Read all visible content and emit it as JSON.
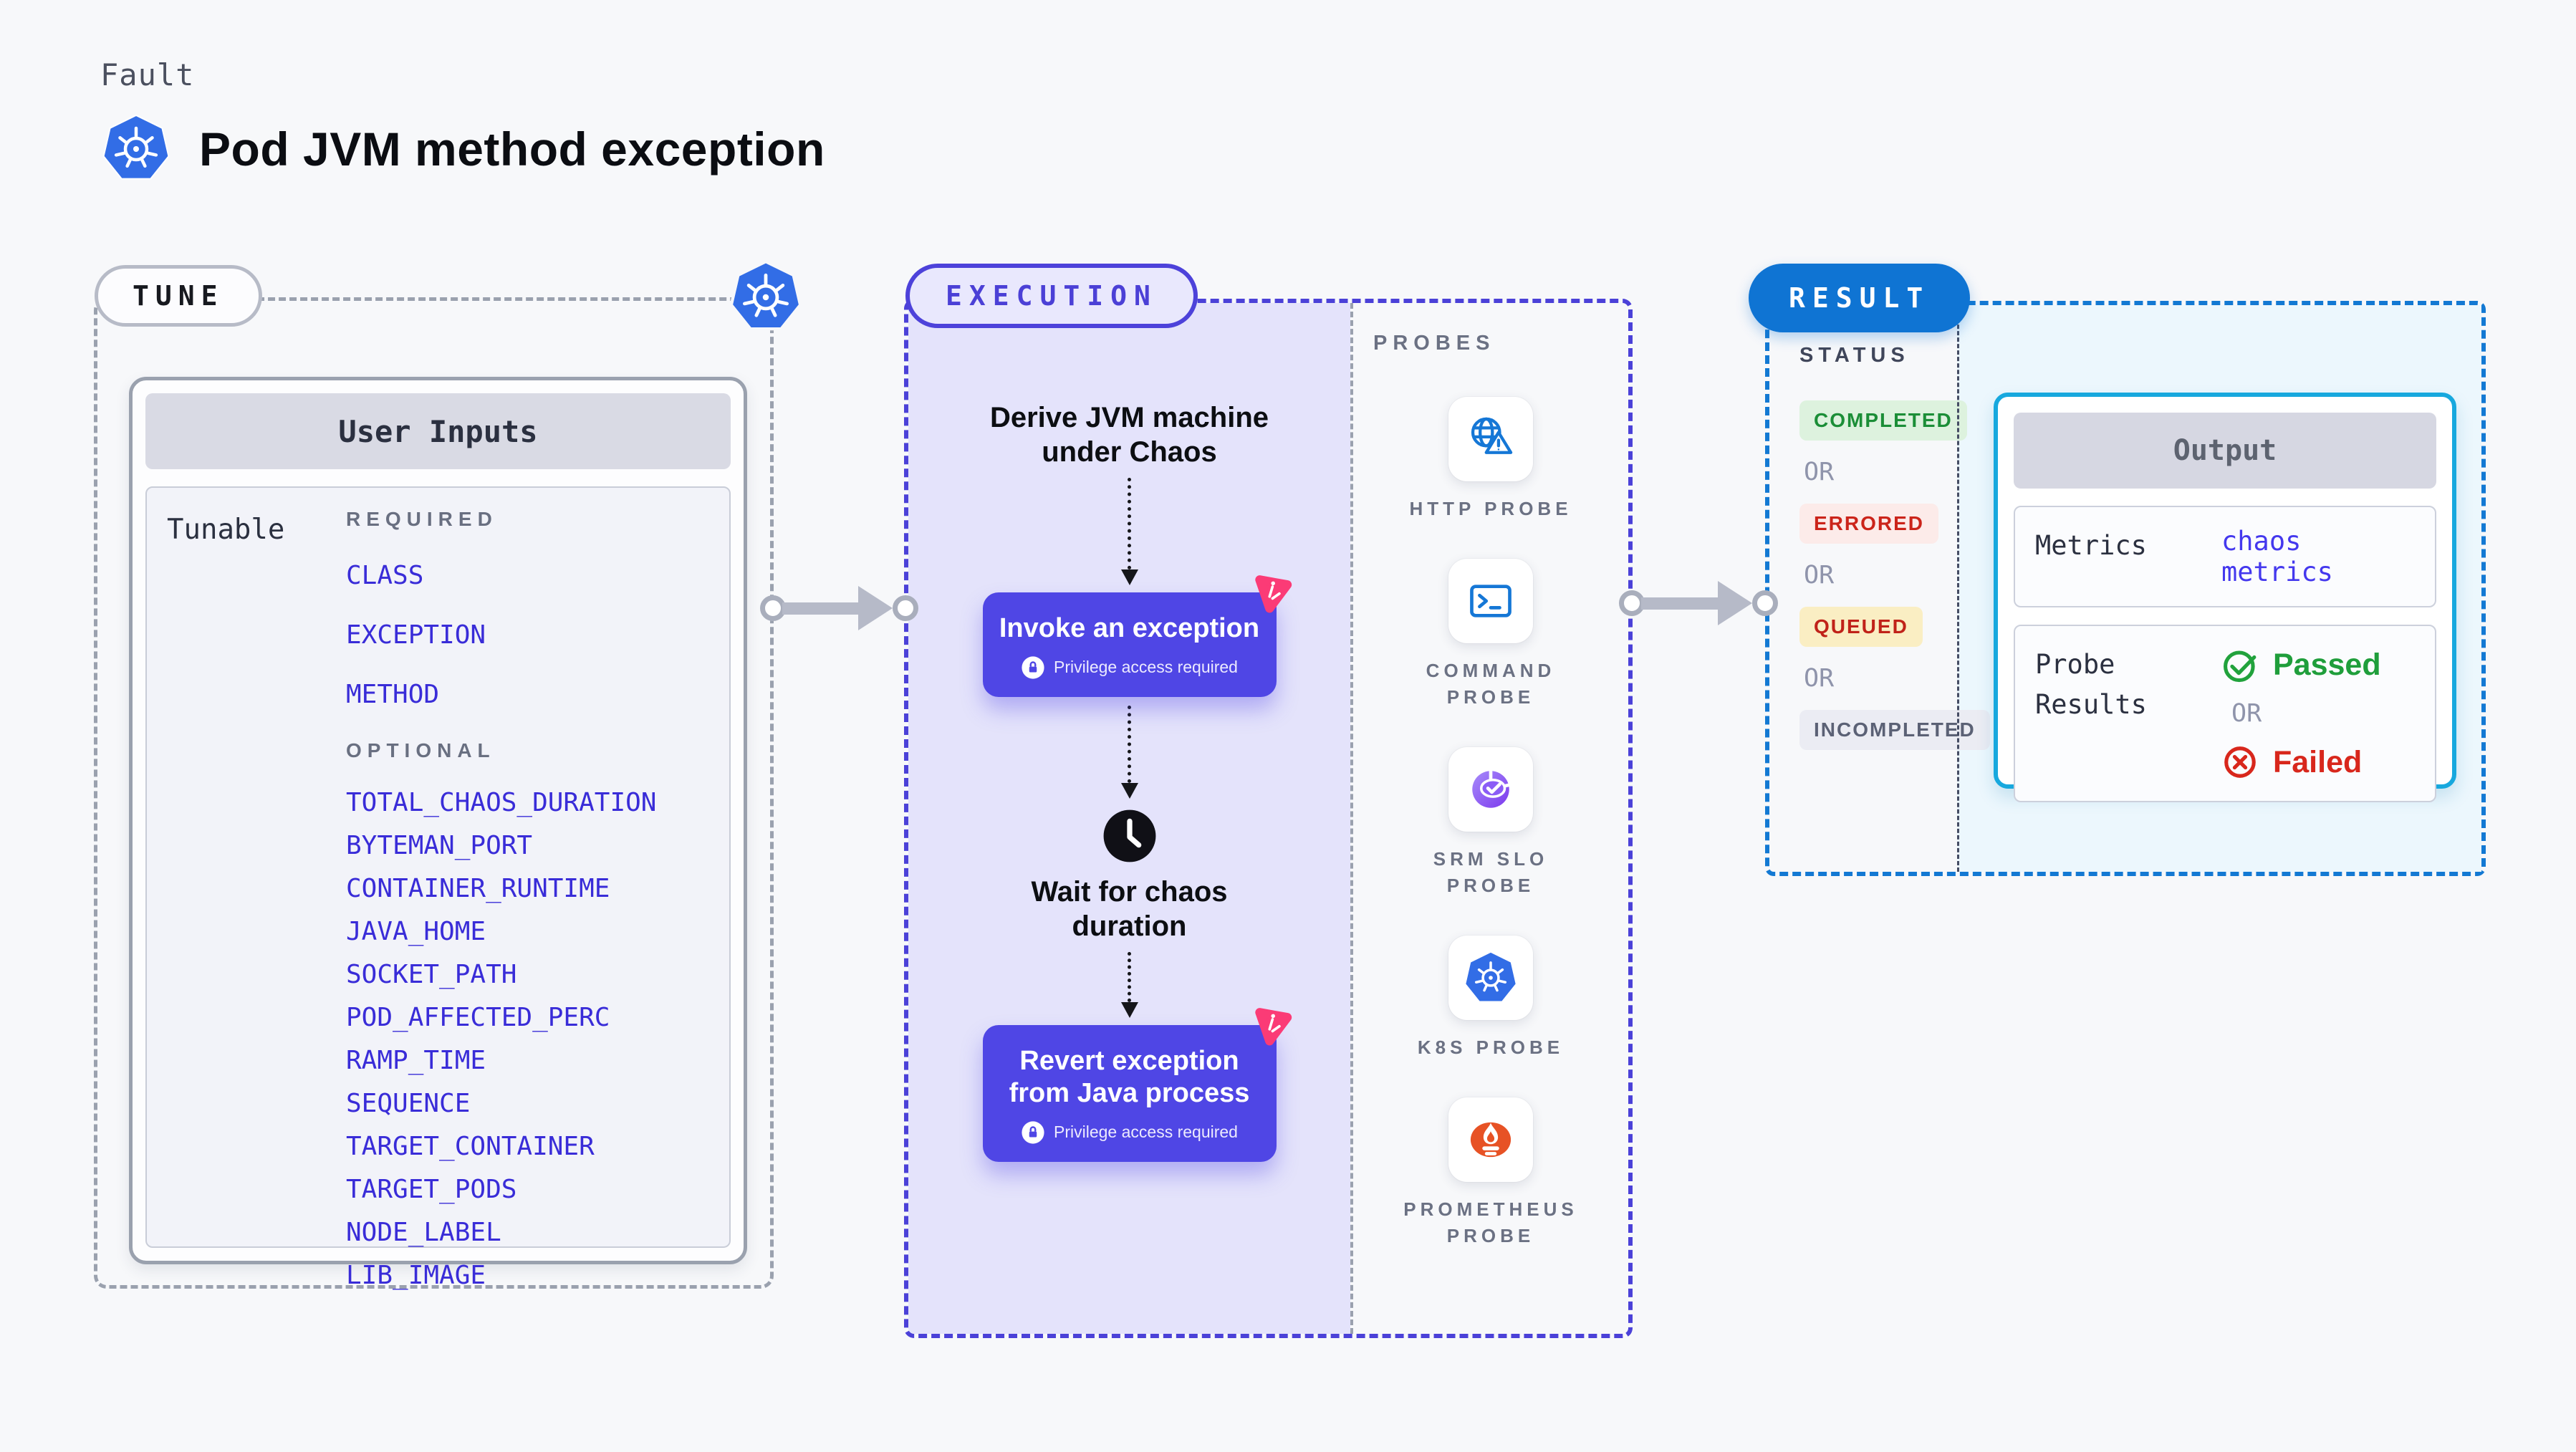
{
  "header": {
    "eyebrow": "Fault",
    "title": "Pod JVM method exception"
  },
  "tune": {
    "label": "TUNE",
    "card_title": "User Inputs",
    "row_label": "Tunable",
    "required_label": "REQUIRED",
    "required": [
      "CLASS",
      "EXCEPTION",
      "METHOD"
    ],
    "optional_label": "OPTIONAL",
    "optional": [
      "TOTAL_CHAOS_DURATION",
      "BYTEMAN_PORT",
      "CONTAINER_RUNTIME",
      "JAVA_HOME",
      "SOCKET_PATH",
      "POD_AFFECTED_PERC",
      "RAMP_TIME",
      "SEQUENCE",
      "TARGET_CONTAINER",
      "TARGET_PODS",
      "NODE_LABEL",
      "LIB_IMAGE"
    ]
  },
  "execution": {
    "label": "EXECUTION",
    "derive_text": "Derive JVM machine\nunder Chaos",
    "invoke": {
      "title": "Invoke an exception",
      "note": "Privilege access required"
    },
    "wait_text": "Wait for chaos\nduration",
    "revert": {
      "title": "Revert exception\nfrom Java process",
      "note": "Privilege access required"
    }
  },
  "probes": {
    "label": "PROBES",
    "items": [
      {
        "label": "HTTP PROBE",
        "icon": "globe-alert-icon"
      },
      {
        "label": "COMMAND PROBE",
        "icon": "terminal-icon"
      },
      {
        "label": "SRM SLO PROBE",
        "icon": "slo-check-icon"
      },
      {
        "label": "K8S PROBE",
        "icon": "kubernetes-icon"
      },
      {
        "label": "PROMETHEUS PROBE",
        "icon": "prometheus-icon"
      }
    ]
  },
  "result": {
    "label": "RESULT",
    "status_label": "STATUS",
    "or_label": "OR",
    "statuses": [
      {
        "text": "COMPLETED",
        "cls": "completed",
        "fg": "#1b8e37",
        "bg": "#ddf2de"
      },
      {
        "text": "ERRORED",
        "cls": "errored",
        "fg": "#cb241a",
        "bg": "#fcebe9"
      },
      {
        "text": "QUEUED",
        "cls": "queued",
        "fg": "#c02219",
        "bg": "#faeec3"
      },
      {
        "text": "INCOMPLETED",
        "cls": "incompleted",
        "fg": "#5b6175",
        "bg": "#ebecf3"
      }
    ],
    "output": {
      "title": "Output",
      "metrics_label": "Metrics",
      "metrics_value": "chaos metrics",
      "probe_results_label": "Probe Results",
      "passed": "Passed",
      "or": "OR",
      "failed": "Failed"
    }
  },
  "colors": {
    "page_bg": "#f7f8fa",
    "execution_fill": "#e4e3fb",
    "execution_dash": "#4b41d8",
    "tune_dash": "#9aa1ae",
    "result_dash": "#1379d3",
    "result_fill": "#ecf7fd",
    "button_indigo": "#4f46e5",
    "param_link": "#392cd8",
    "result_pill_blue": "#0f74d3",
    "output_border_cyan": "#17a8de",
    "litmus_pink": "#fb3b76",
    "kubernetes_blue": "#326de6",
    "probe_icon_blue": "#1577d6",
    "passed_green": "#1f9e3b",
    "failed_red": "#d8271c",
    "arrow_gray": "#b6bac8"
  }
}
